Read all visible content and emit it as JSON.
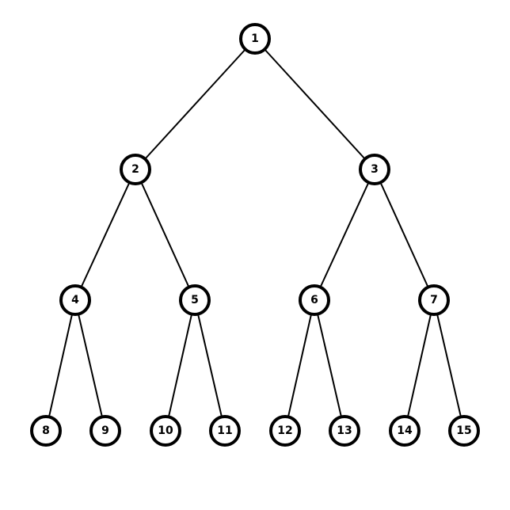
{
  "diagram": {
    "type": "binary-tree",
    "colors": {
      "node_fill": "#ffffff",
      "node_stroke": "#000000",
      "edge": "#000000",
      "text": "#000000"
    },
    "nodes": [
      {
        "id": "1",
        "label": "1"
      },
      {
        "id": "2",
        "label": "2"
      },
      {
        "id": "3",
        "label": "3"
      },
      {
        "id": "4",
        "label": "4"
      },
      {
        "id": "5",
        "label": "5"
      },
      {
        "id": "6",
        "label": "6"
      },
      {
        "id": "7",
        "label": "7"
      },
      {
        "id": "8",
        "label": "8"
      },
      {
        "id": "9",
        "label": "9"
      },
      {
        "id": "10",
        "label": "10"
      },
      {
        "id": "11",
        "label": "11"
      },
      {
        "id": "12",
        "label": "12"
      },
      {
        "id": "13",
        "label": "13"
      },
      {
        "id": "14",
        "label": "14"
      },
      {
        "id": "15",
        "label": "15"
      }
    ],
    "edges": [
      {
        "from": "1",
        "to": "2"
      },
      {
        "from": "1",
        "to": "3"
      },
      {
        "from": "2",
        "to": "4"
      },
      {
        "from": "2",
        "to": "5"
      },
      {
        "from": "3",
        "to": "6"
      },
      {
        "from": "3",
        "to": "7"
      },
      {
        "from": "4",
        "to": "8"
      },
      {
        "from": "4",
        "to": "9"
      },
      {
        "from": "5",
        "to": "10"
      },
      {
        "from": "5",
        "to": "11"
      },
      {
        "from": "6",
        "to": "12"
      },
      {
        "from": "6",
        "to": "13"
      },
      {
        "from": "7",
        "to": "14"
      },
      {
        "from": "7",
        "to": "15"
      }
    ]
  }
}
